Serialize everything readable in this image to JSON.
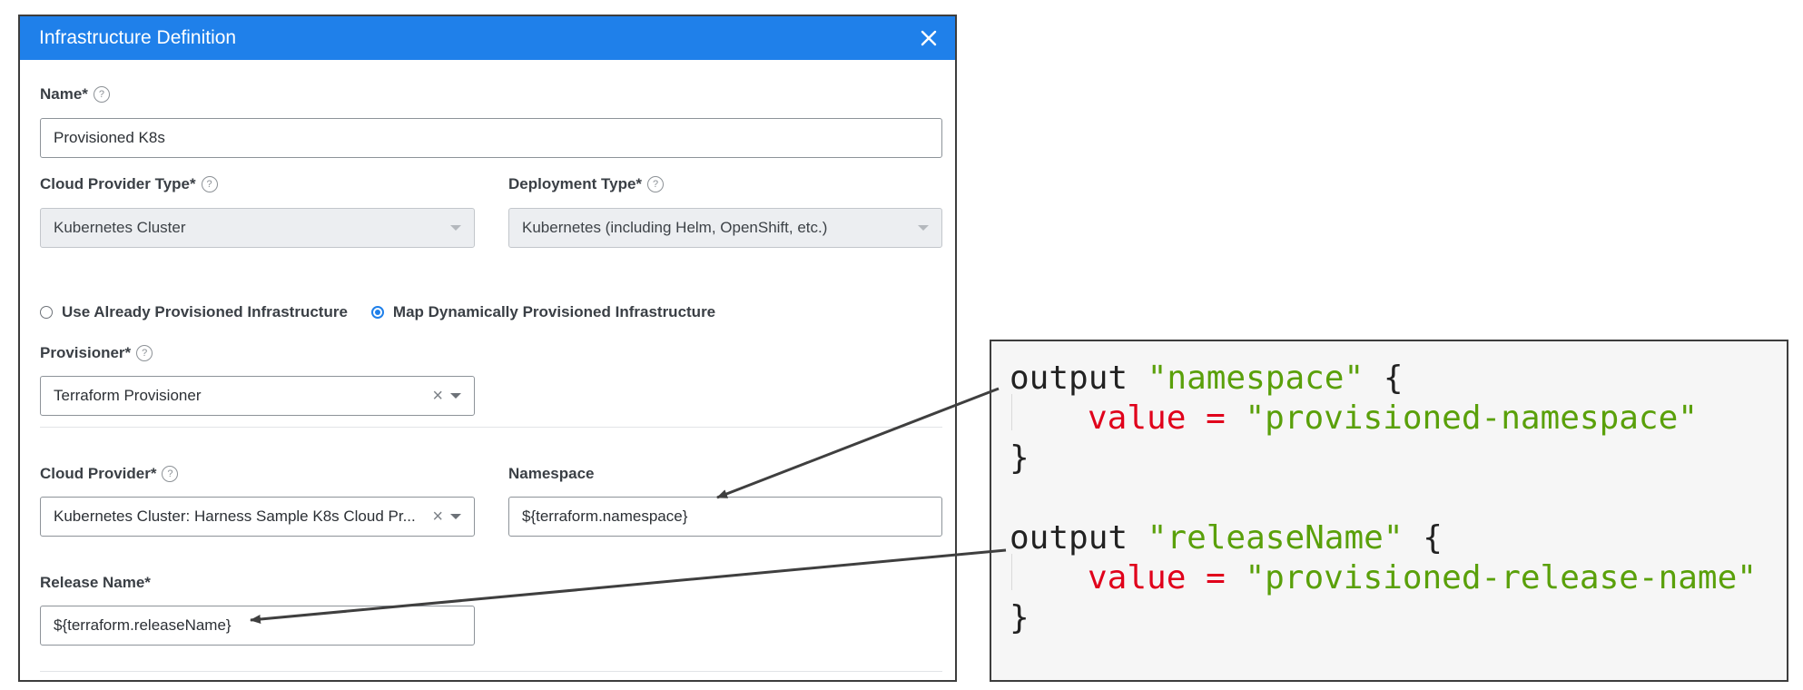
{
  "dialog": {
    "title": "Infrastructure Definition",
    "close_icon": "close-icon"
  },
  "form": {
    "name": {
      "label": "Name*",
      "value": "Provisioned K8s"
    },
    "cloud_provider_type": {
      "label": "Cloud Provider Type*",
      "value": "Kubernetes Cluster"
    },
    "deployment_type": {
      "label": "Deployment Type*",
      "value": "Kubernetes (including Helm, OpenShift, etc.)"
    },
    "radio_options": [
      {
        "label": "Use Already Provisioned Infrastructure",
        "selected": false
      },
      {
        "label": "Map Dynamically Provisioned Infrastructure",
        "selected": true
      }
    ],
    "provisioner": {
      "label": "Provisioner*",
      "value": "Terraform Provisioner"
    },
    "cloud_provider": {
      "label": "Cloud Provider*",
      "value": "Kubernetes Cluster: Harness Sample K8s Cloud Pr..."
    },
    "namespace": {
      "label": "Namespace",
      "value": "${terraform.namespace}"
    },
    "release_name": {
      "label": "Release Name*",
      "value": "${terraform.releaseName}"
    },
    "help_icon": "?"
  },
  "code": {
    "block1": {
      "keyword": "output",
      "name": "\"namespace\"",
      "open": "{",
      "prop": "value",
      "eq": "=",
      "value": "\"provisioned-namespace\"",
      "close": "}"
    },
    "block2": {
      "keyword": "output",
      "name": "\"releaseName\"",
      "open": "{",
      "prop": "value",
      "eq": "=",
      "value": "\"provisioned-release-name\"",
      "close": "}"
    }
  },
  "colors": {
    "header": "#1f80ea",
    "string": "#5aa00a",
    "keyword": "#e0001b",
    "code_bg": "#f6f6f6"
  }
}
